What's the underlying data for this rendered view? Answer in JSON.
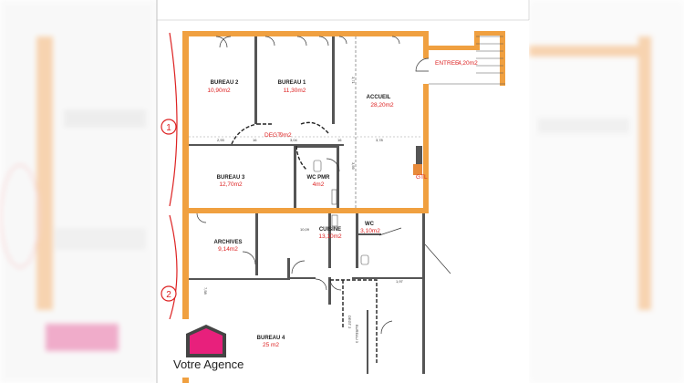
{
  "rooms": {
    "bureau2": {
      "name": "BUREAU 2",
      "area": "10,90m2"
    },
    "bureau1": {
      "name": "BUREAU 1",
      "area": "11,30m2"
    },
    "accueil": {
      "name": "ACCUEIL",
      "area": "28,20m2"
    },
    "entree": {
      "name": "ENTREE",
      "area": "4,20m2"
    },
    "degt": {
      "name": "DEGT",
      "area": "9m2"
    },
    "bureau3": {
      "name": "BUREAU 3",
      "area": "12,70m2"
    },
    "wcpmr": {
      "name": "WC PMR",
      "area": "4m2"
    },
    "archives": {
      "name": "ARCHIVES",
      "area": "9,14m2"
    },
    "cuisine": {
      "name": "CUISINE",
      "area": "13,10m2"
    },
    "wc": {
      "name": "WC",
      "area": "3,10m2"
    },
    "bureau4": {
      "name": "BUREAU 4",
      "area": "25 m2"
    }
  },
  "labels": {
    "gtl": "GTL",
    "bureau_vert": "BUREAU 3",
    "degt_vert": "DEGT 2"
  },
  "dimensions": {
    "d1": "2,93",
    "d2": "16",
    "d3": "3,04",
    "d4": "16",
    "d5": "3,78",
    "d6": "3,71",
    "d7": "3,59",
    "d8": "10,09",
    "d9": "1,97",
    "d10": "7,58"
  },
  "axes": [
    "1",
    "2"
  ],
  "brand": {
    "name": "Votre Agence",
    "color_pink": "#e8207c",
    "color_dark": "#444444"
  },
  "colors": {
    "wall": "#f0a040",
    "text_red": "#dd2222"
  }
}
